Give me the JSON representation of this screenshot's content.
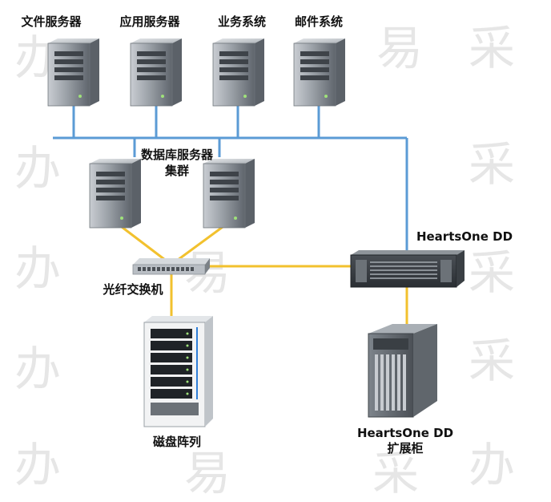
{
  "watermark": {
    "chars": [
      "办",
      "易",
      "采"
    ]
  },
  "nodes": {
    "file_server": {
      "label": "文件服务器"
    },
    "app_server": {
      "label": "应用服务器"
    },
    "biz_system": {
      "label": "业务系统"
    },
    "mail_system": {
      "label": "邮件系统"
    },
    "db_cluster": {
      "label_line1": "数据库服务器",
      "label_line2": "集群"
    },
    "fc_switch": {
      "label": "光纤交换机"
    },
    "disk_array": {
      "label": "磁盘阵列"
    },
    "heartsone_dd": {
      "label": "HeartsOne DD"
    },
    "expansion": {
      "label_line1": "HeartsOne DD",
      "label_line2": "扩展柜"
    }
  },
  "colors": {
    "lan_line": "#5b9bd5",
    "san_line": "#f2c12e",
    "server_body": "#8d939a",
    "label": "#111111"
  }
}
